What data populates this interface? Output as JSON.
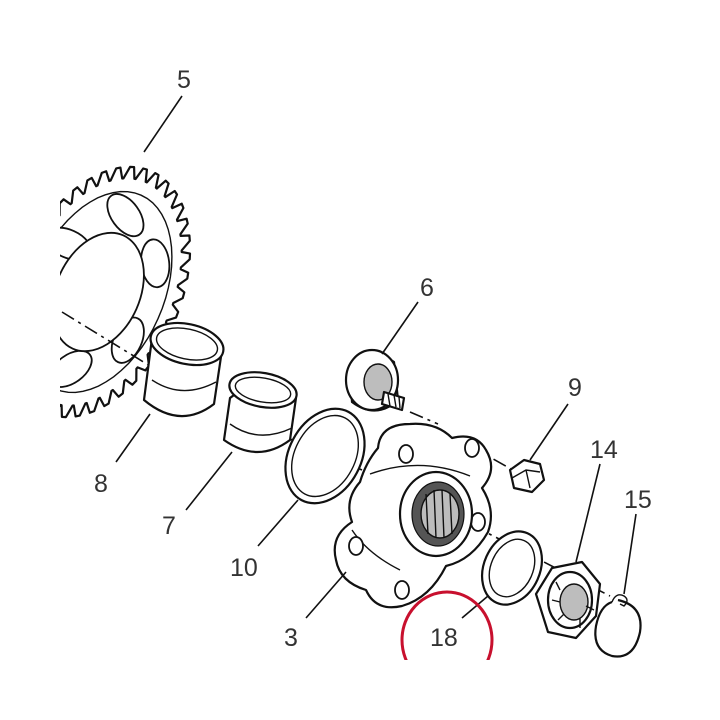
{
  "figure": {
    "callouts": [
      {
        "id": "sprocket",
        "label": "5"
      },
      {
        "id": "bearing",
        "label": "6"
      },
      {
        "id": "nut",
        "label": "9"
      },
      {
        "id": "lock-nut",
        "label": "14"
      },
      {
        "id": "circlip",
        "label": "15"
      },
      {
        "id": "outer-spacer",
        "label": "8"
      },
      {
        "id": "inner-spacer",
        "label": "7"
      },
      {
        "id": "o-ring",
        "label": "10"
      },
      {
        "id": "flange",
        "label": "3"
      },
      {
        "id": "washer",
        "label": "18"
      }
    ],
    "highlighted_callout": "18",
    "colors": {
      "line_art": "#111111",
      "callout_text": "#333333",
      "highlight": "#c8102e",
      "background": "#ffffff"
    }
  }
}
